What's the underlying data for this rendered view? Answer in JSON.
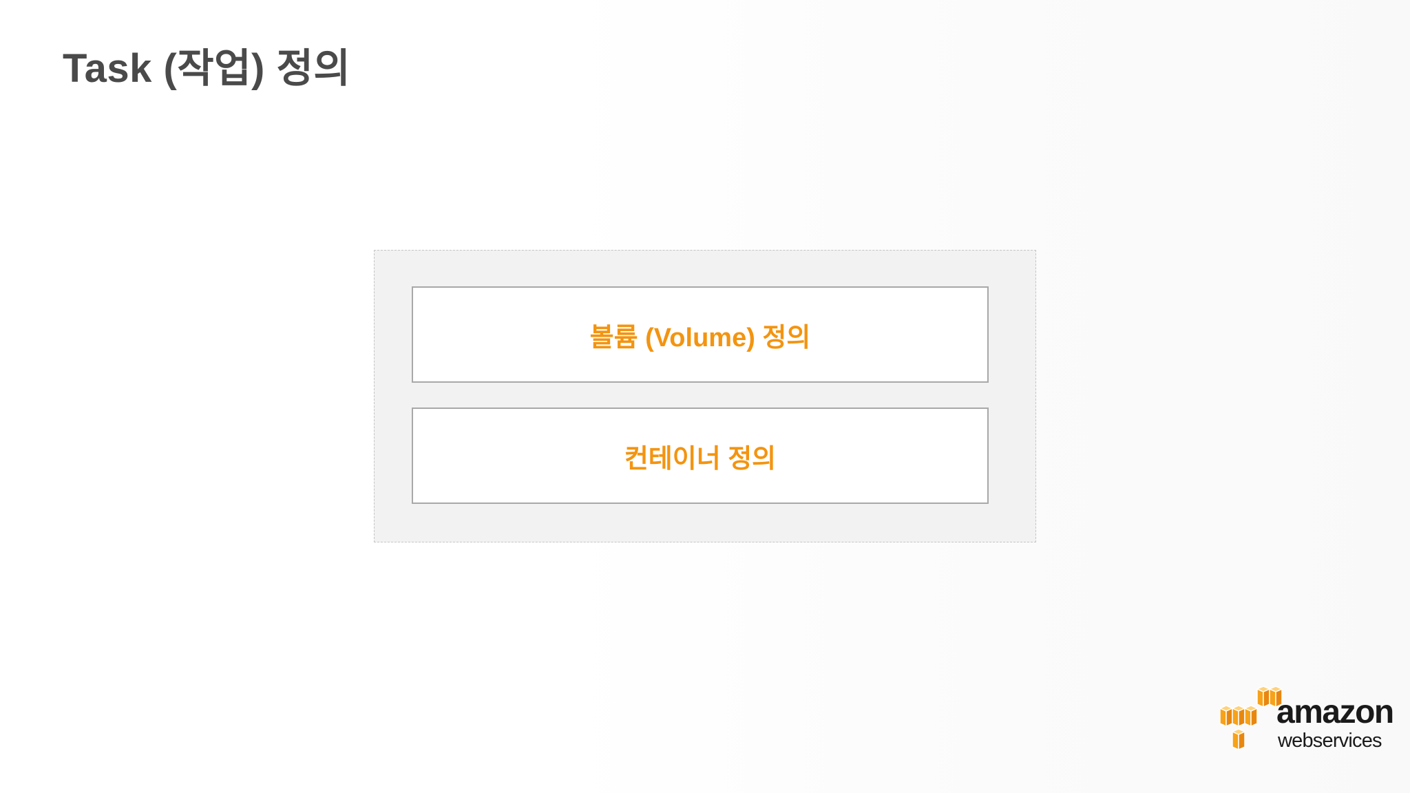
{
  "slide": {
    "title": "Task (작업) 정의"
  },
  "task_definition": {
    "items": [
      {
        "label": "볼륨 (Volume) 정의"
      },
      {
        "label": "컨테이너 정의"
      }
    ]
  },
  "logo": {
    "wordmark": "amazon",
    "subtext": "webservices",
    "icon": "aws-cubes-icon"
  },
  "colors": {
    "accent": "#f39410",
    "title": "#4a4a4a",
    "container_bg": "#f2f2f2",
    "box_border": "#a8a8a8",
    "logo_orange": "#f6a21a"
  }
}
